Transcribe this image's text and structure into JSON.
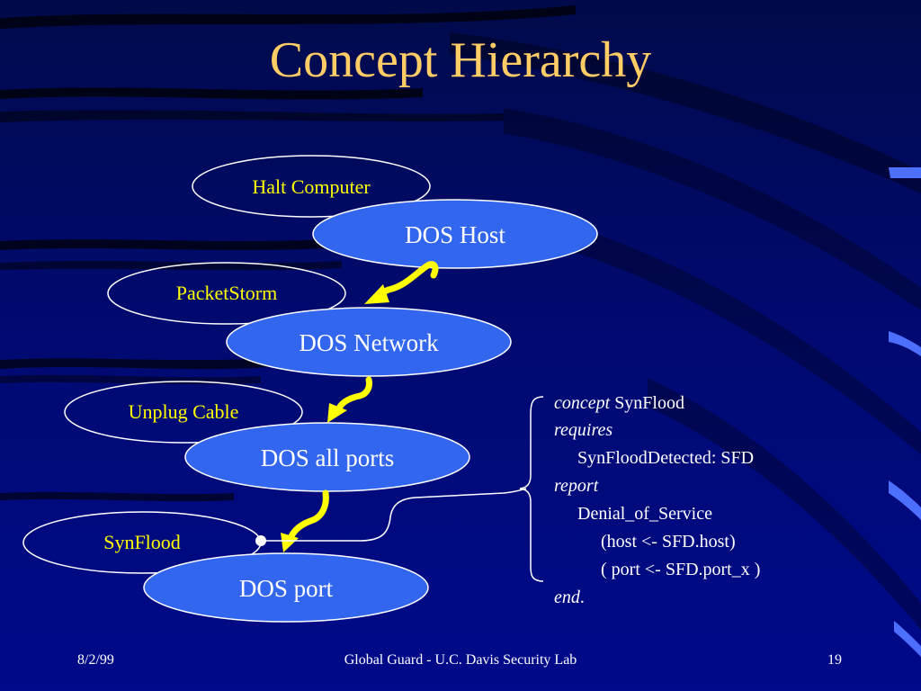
{
  "slide": {
    "title": "Concept Hierarchy",
    "colors": {
      "background": "#000a6e",
      "title": "#ffcc66",
      "oval_label": "#ffff00",
      "filled_oval": "#3366ee",
      "arrow": "#ffff00",
      "text": "#ffffff"
    }
  },
  "diagram": {
    "outline_ovals": [
      {
        "id": "halt-computer",
        "label": "Halt Computer"
      },
      {
        "id": "packetstorm",
        "label": "PacketStorm"
      },
      {
        "id": "unplug-cable",
        "label": "Unplug Cable"
      },
      {
        "id": "synflood",
        "label": "SynFlood"
      }
    ],
    "filled_ovals": [
      {
        "id": "dos-host",
        "label": "DOS Host"
      },
      {
        "id": "dos-network",
        "label": "DOS Network"
      },
      {
        "id": "dos-all-ports",
        "label": "DOS all ports"
      },
      {
        "id": "dos-port",
        "label": "DOS port"
      }
    ],
    "hierarchy_arrows": [
      {
        "from": "DOS Host",
        "to": "DOS Network"
      },
      {
        "from": "DOS Network",
        "to": "DOS all ports"
      },
      {
        "from": "DOS all ports",
        "to": "DOS port"
      }
    ]
  },
  "rule": {
    "kw_concept": "concept",
    "concept_name": " SynFlood",
    "kw_requires": "requires",
    "requires_clause": "SynFloodDetected: SFD",
    "kw_report": "report",
    "report_name": "Denial_of_Service",
    "param_host": "(host <- SFD.host)",
    "param_port": "( port <- SFD.port_x )",
    "kw_end": "end",
    "end_punct": "."
  },
  "footer": {
    "date": "8/2/99",
    "center": "Global Guard - U.C. Davis Security Lab",
    "page": "19"
  }
}
